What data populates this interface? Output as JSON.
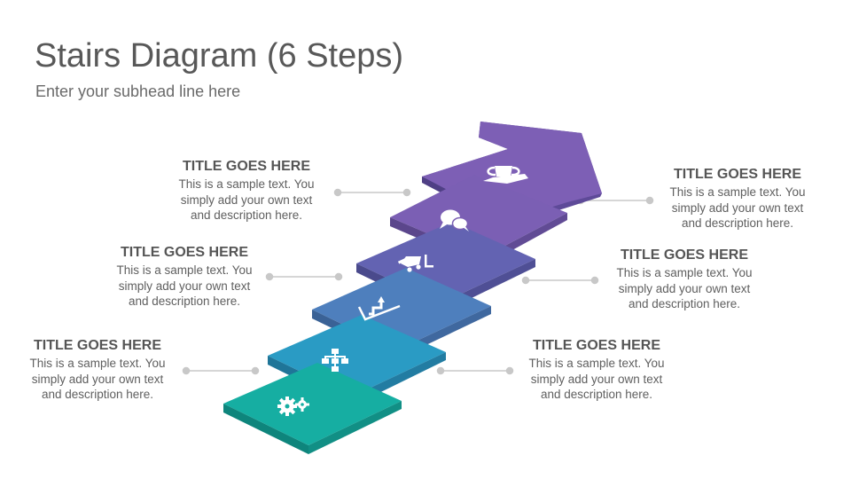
{
  "header": {
    "title": "Stairs Diagram (6 Steps)",
    "subtitle": "Enter your subhead line here"
  },
  "colors": {
    "step1": "#16aea2",
    "step2": "#2a9bc4",
    "step3": "#4e7fbd",
    "step4": "#6262b1",
    "step5": "#7b5fb4",
    "step6": "#7d5fb5",
    "connector": "#c8c8c8",
    "title_text": "#585858"
  },
  "steps": [
    {
      "icon": "gears-icon",
      "title": "TITLE GOES HERE",
      "line1": "This is a sample text. You",
      "line2": "simply add your own text",
      "line3": "and description here."
    },
    {
      "icon": "flowchart-icon",
      "title": "TITLE GOES HERE",
      "line1": "This is a sample text. You",
      "line2": "simply add your own text",
      "line3": "and description here."
    },
    {
      "icon": "growth-arrow-icon",
      "title": "TITLE GOES HERE",
      "line1": "This is a sample text. You",
      "line2": "simply add your own text",
      "line3": "and description here."
    },
    {
      "icon": "cart-icon",
      "title": "TITLE GOES HERE",
      "line1": "This is a sample text. You",
      "line2": "simply add your own text",
      "line3": "and description here."
    },
    {
      "icon": "chat-bubbles-icon",
      "title": "TITLE GOES HERE",
      "line1": "This is a sample text. You",
      "line2": "simply add your own text",
      "line3": "and description here."
    },
    {
      "icon": "trophy-icon",
      "title": "TITLE GOES HERE",
      "line1": "This is a sample text. You",
      "line2": "simply add your own text",
      "line3": "and description here."
    }
  ]
}
